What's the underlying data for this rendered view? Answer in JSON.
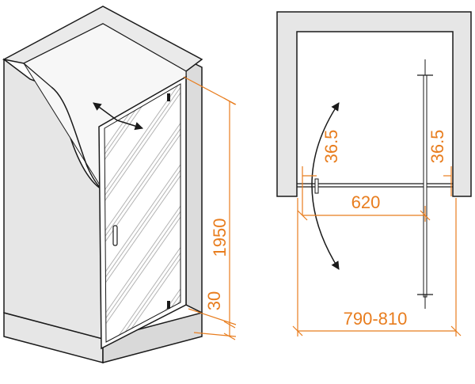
{
  "colors": {
    "line": "#1a1a1a",
    "dimension": "#e87d1e",
    "wall_fill": "#e6e6e6",
    "glass_fill": "#ffffff"
  },
  "dimensions": {
    "height_total": "1950",
    "height_base": "30",
    "opening_width": "620",
    "total_width": "790-810",
    "offset_left": "36.5",
    "offset_right": "36.5"
  },
  "icons": {
    "move_arrows": "double-arrow-icon",
    "swing_arc": "swing-arc-icon"
  }
}
